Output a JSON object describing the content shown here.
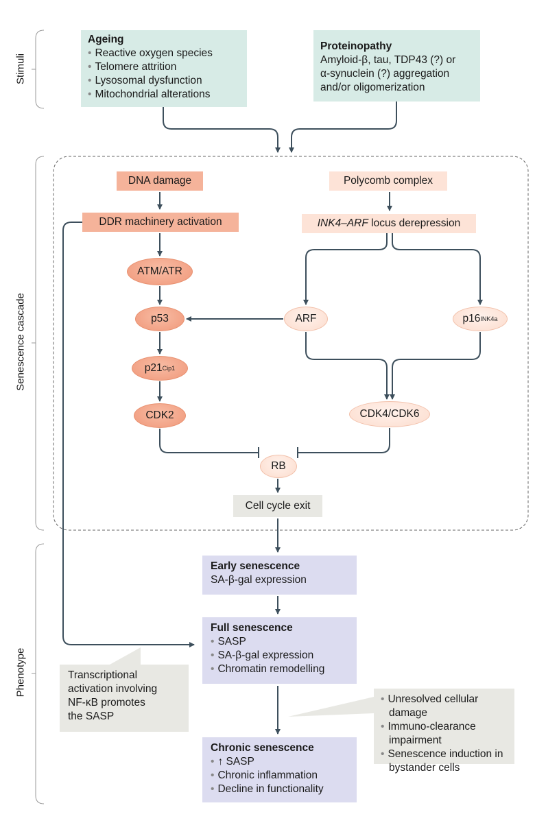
{
  "side_labels": {
    "stimuli": "Stimuli",
    "cascade": "Senescence cascade",
    "phenotype": "Phenotype"
  },
  "stimuli": {
    "ageing": {
      "title": "Ageing",
      "items": [
        "Reactive oxygen species",
        "Telomere attrition",
        "Lysosomal dysfunction",
        "Mitochondrial alterations"
      ]
    },
    "proteinopathy": {
      "title": "Proteinopathy",
      "lines": [
        "Amyloid-β, tau, TDP43 (?) or",
        "α-synuclein (?) aggregation",
        "and/or oligomerization"
      ]
    }
  },
  "cascade": {
    "dna_damage": "DNA damage",
    "ddr": "DDR machinery activation",
    "atm_atr": "ATM/ATR",
    "p53": "p53",
    "p21": "p21",
    "p21_sup": "Cip1",
    "cdk2": "CDK2",
    "polycomb": "Polycomb complex",
    "ink4_arf_italic": "INK4–ARF",
    "ink4_arf_rest": " locus derepression",
    "arf": "ARF",
    "p16": "p16",
    "p16_sup": "INK4a",
    "cdk46": "CDK4/CDK6",
    "rb": "RB",
    "cell_cycle_exit": "Cell cycle exit"
  },
  "phenotype": {
    "early": {
      "title": "Early senescence",
      "lines": [
        "SA-β-gal expression"
      ]
    },
    "full": {
      "title": "Full senescence",
      "items": [
        "SASP",
        "SA-β-gal expression",
        "Chromatin remodelling"
      ]
    },
    "chronic": {
      "title": "Chronic senescence",
      "items": [
        "↑ SASP",
        "Chronic inflammation",
        "Decline in functionality"
      ]
    },
    "callout_left": [
      "Transcriptional",
      "activation involving",
      "NF-κB promotes",
      "the SASP"
    ],
    "callout_right": [
      "Unresolved cellular damage",
      "Immuno-clearance impairment",
      "Senescence induction in bystander cells"
    ]
  },
  "colors": {
    "stimuli": "#d7ebe6",
    "dark_node": "#f5b39a",
    "light_node": "#fde3d7",
    "phenotype": "#dcdcf0",
    "callout": "#e8e8e3",
    "arrow": "#3d4f5c"
  }
}
